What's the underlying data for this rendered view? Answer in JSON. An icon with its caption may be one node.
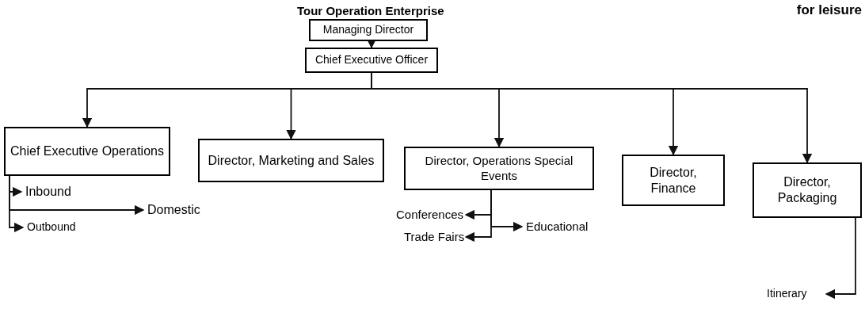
{
  "diagram": {
    "title": "Tour Operation Enterprise",
    "nodes": [
      {
        "text": [
          "Managing Director"
        ]
      },
      {
        "text": [
          "Chief Executive Officer"
        ]
      },
      {
        "text": [
          "Chief Executive Operations"
        ]
      },
      {
        "text": [
          "Director, Marketing and Sales"
        ]
      },
      {
        "text": [
          "Director, Operations Special Events"
        ]
      },
      {
        "text": [
          "Director, Finance"
        ]
      },
      {
        "text": [
          "Director, Packaging"
        ]
      },
      {
        "text": [
          "Inbound"
        ]
      },
      {
        "text": [
          "Domestic"
        ]
      },
      {
        "text": [
          "Outbound"
        ]
      },
      {
        "text": [
          "Conferences"
        ]
      },
      {
        "text": [
          "Trade Fairs"
        ]
      },
      {
        "text": [
          "Educational"
        ]
      },
      {
        "text": [
          "Itinerary"
        ]
      }
    ],
    "edges": [
      {
        "from": 0,
        "to": 1,
        "arrow": "to"
      },
      {
        "from": 1,
        "to": 2,
        "arrow": "to"
      },
      {
        "from": 1,
        "to": 3,
        "arrow": "to"
      },
      {
        "from": 1,
        "to": 4,
        "arrow": "to"
      },
      {
        "from": 1,
        "to": 5,
        "arrow": "to"
      },
      {
        "from": 1,
        "to": 6,
        "arrow": "to"
      },
      {
        "from": 2,
        "to": 7,
        "arrow": "to"
      },
      {
        "from": 2,
        "to": 8,
        "arrow": "to"
      },
      {
        "from": 2,
        "to": 9,
        "arrow": "to"
      },
      {
        "from": 4,
        "to": 10,
        "arrow": "to"
      },
      {
        "from": 4,
        "to": 11,
        "arrow": "to"
      },
      {
        "from": 4,
        "to": 12,
        "arrow": "to"
      },
      {
        "from": 6,
        "to": 13,
        "arrow": "to"
      }
    ],
    "labels": [
      "for leisure"
    ]
  }
}
